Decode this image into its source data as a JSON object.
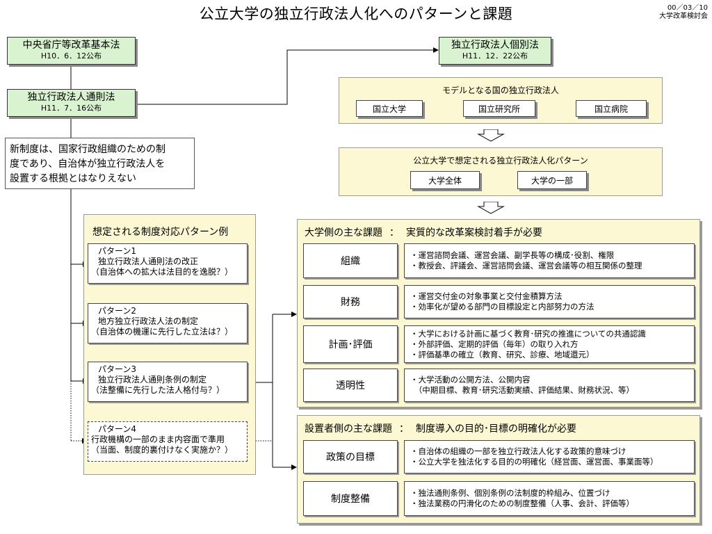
{
  "title": "公立大学の独立行政法人化へのパターンと課題",
  "meta": {
    "date": "00／03／10",
    "org": "大学改革検討会"
  },
  "laws": {
    "central": {
      "name": "中央省庁等改革基本法",
      "date": "H10．6．12公布"
    },
    "general": {
      "name": "独立行政法人通則法",
      "date": "H11．7．16公布"
    },
    "individual": {
      "name": "独立行政法人個別法",
      "date": "H11．12．22公布"
    }
  },
  "note": {
    "lines": [
      "新制度は、国家行政組織のための制",
      "度であり、自治体が独立行政法人を",
      "設置する根拠とはなりえない"
    ]
  },
  "models": {
    "title": "モデルとなる国の独立行政法人",
    "items": [
      "国立大学",
      "国立研究所",
      "国立病院"
    ]
  },
  "patterns_assumed": {
    "title": "公立大学で想定される独立行政法人化パターン",
    "items": [
      "大学全体",
      "大学の一部"
    ]
  },
  "institutional_patterns": {
    "title": "想定される制度対応パターン例",
    "items": [
      {
        "name": "パターン1",
        "line1": "独立行政法人通則法の改正",
        "line2": "（自治体への拡大は法目的を逸脱？）"
      },
      {
        "name": "パターン2",
        "line1": "地方独立行政法人法の制定",
        "line2": "（自治体の機運に先行した立法は？）"
      },
      {
        "name": "パターン3",
        "line1": "独立行政法人通則条例の制定",
        "line2": "（法整備に先行した法人格付与？）"
      },
      {
        "name": "パターン4",
        "line1": "行政機構の一部のまま内容面で準用",
        "line2": "（当面、制度的裏付けなく実施か？）"
      }
    ]
  },
  "university_issues": {
    "title": "大学側の主な課題",
    "sep": "：",
    "subtitle": "実質的な改革案検討着手が必要",
    "rows": [
      {
        "label": "組織",
        "items": [
          "・運営諮問会議、運営会議、副学長等の構成･役割、権限",
          "・教授会、評議会、運営諮問会議、運営会議等の相互関係の整理"
        ]
      },
      {
        "label": "財務",
        "items": [
          "・運営交付金の対象事業と交付金積算方法",
          "・効率化が望める部門の目標設定と内部努力の方法"
        ]
      },
      {
        "label": "計画･評価",
        "items": [
          "・大学における計画に基づく教育･研究の推進についての共通認識",
          "・外部評価、定期的評価（毎年）の取り入れ方",
          "・評価基準の確立（教育、研究、診療、地域還元）"
        ]
      },
      {
        "label": "透明性",
        "items": [
          "・大学活動の公開方法、公開内容",
          "　（中期目標、教育･研究活動実績、評価結果、財務状況、等）"
        ]
      }
    ]
  },
  "founder_issues": {
    "title": "設置者側の主な課題",
    "sep": "：",
    "subtitle": "制度導入の目的･目標の明確化が必要",
    "rows": [
      {
        "label": "政策の目標",
        "items": [
          "・自治体の組織の一部を独立行政法人化する政策的意味づけ",
          "・公立大学を独法化する目的の明確化（経営面、運営面、事業面等）"
        ]
      },
      {
        "label": "制度整備",
        "items": [
          "・独法通則条例、個別条例の法制度的枠組み、位置づけ",
          "・独法業務の円滑化のための制度整備（人事、会計、評価等）"
        ]
      }
    ]
  },
  "colors": {
    "law_fill": "#d9f2cf",
    "panel_fill": "#fdf8d4"
  }
}
